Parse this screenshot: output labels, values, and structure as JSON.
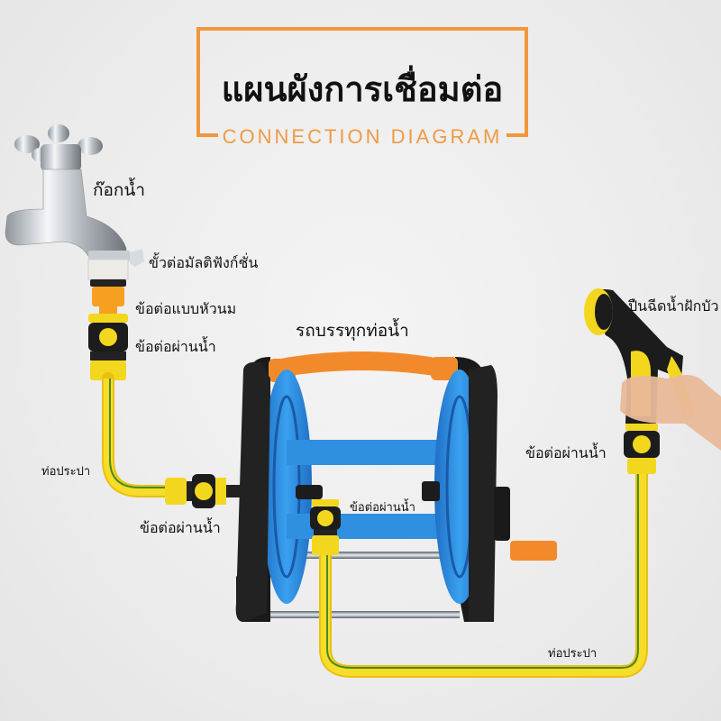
{
  "header": {
    "title_th": "แผนผังการเชื่อมต่อ",
    "title_en": "CONNECTION DIAGRAM",
    "frame_color": "#f2973a"
  },
  "labels": {
    "faucet": "ก๊อกน้ำ",
    "multi_adapter": "ขั้วต่อมัลติฟังก์ชั่น",
    "tap_connector": "ข้อต่อแบบหัวนม",
    "quick_connector_top": "ข้อต่อผ่านน้ำ",
    "hose_reel": "รถบรรทุกท่อน้ำ",
    "spray_gun": "ปืนฉีดน้ำฝักบัว",
    "quick_connector_gun": "ข้อต่อผ่านน้ำ",
    "hose_left": "ท่อประปา",
    "quick_connector_reel_in": "ข้อต่อผ่านน้ำ",
    "quick_connector_reel_out": "ข้อต่อผ่านน้ำ",
    "hose_right": "ท่อประปา"
  },
  "colors": {
    "background": "#ececec",
    "hose_yellow": "#f5d21a",
    "hose_stripe": "#4a8a1e",
    "connector_yellow": "#f3d71e",
    "connector_black": "#1c1c1c",
    "tap_adapter_orange": "#f5a020",
    "reel_blue": "#2f8fe0",
    "reel_frame": "#1a1a1a",
    "handle_orange": "#f28a2c"
  }
}
